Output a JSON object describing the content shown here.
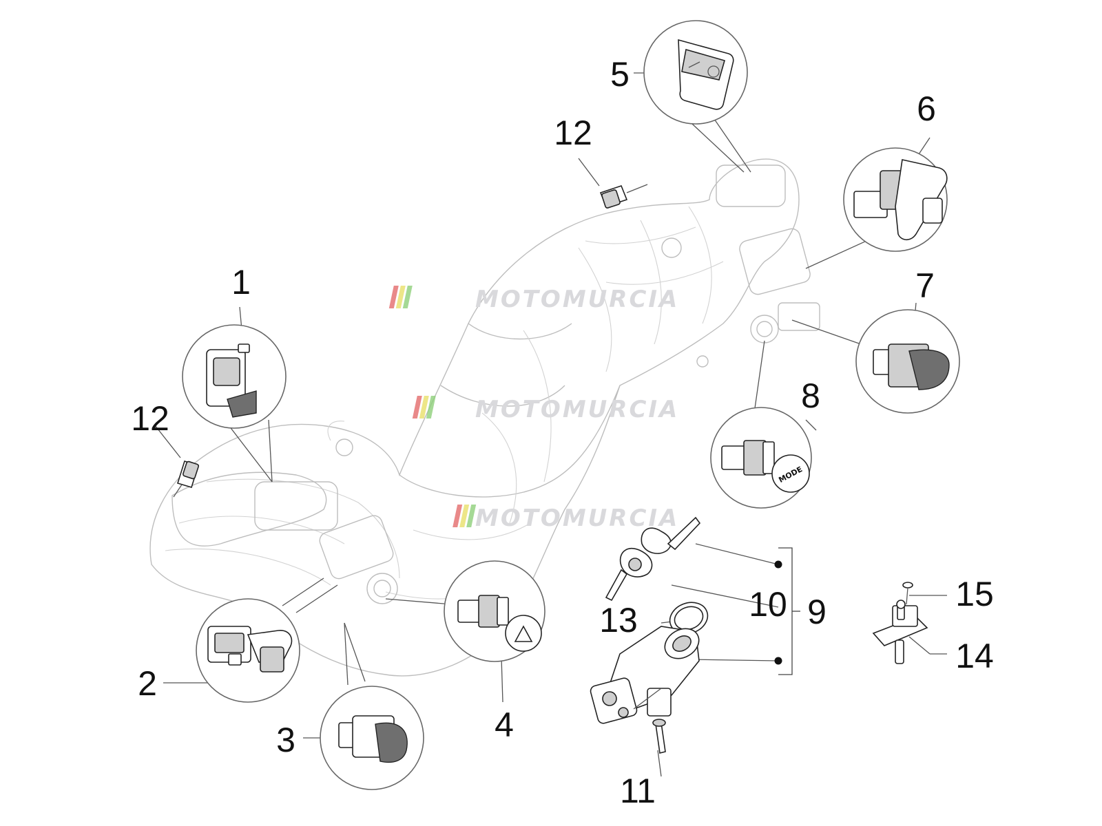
{
  "watermark": {
    "text": "MOTOMURCIA",
    "stripe_colors": [
      "#e36b6b",
      "#e9e06a",
      "#8fcf7a"
    ]
  },
  "callouts": [
    {
      "id": "c1",
      "label": "1"
    },
    {
      "id": "c2",
      "label": "2"
    },
    {
      "id": "c3",
      "label": "3"
    },
    {
      "id": "c4",
      "label": "4"
    },
    {
      "id": "c5",
      "label": "5"
    },
    {
      "id": "c6",
      "label": "6"
    },
    {
      "id": "c7",
      "label": "7"
    },
    {
      "id": "c8",
      "label": "8"
    },
    {
      "id": "c9",
      "label": "9"
    },
    {
      "id": "c10",
      "label": "10"
    },
    {
      "id": "c11",
      "label": "11"
    },
    {
      "id": "c12a",
      "label": "12"
    },
    {
      "id": "c12b",
      "label": "12"
    },
    {
      "id": "c13",
      "label": "13"
    },
    {
      "id": "c14",
      "label": "14"
    },
    {
      "id": "c15",
      "label": "15"
    }
  ],
  "button_labels": {
    "mode": "MODE"
  }
}
